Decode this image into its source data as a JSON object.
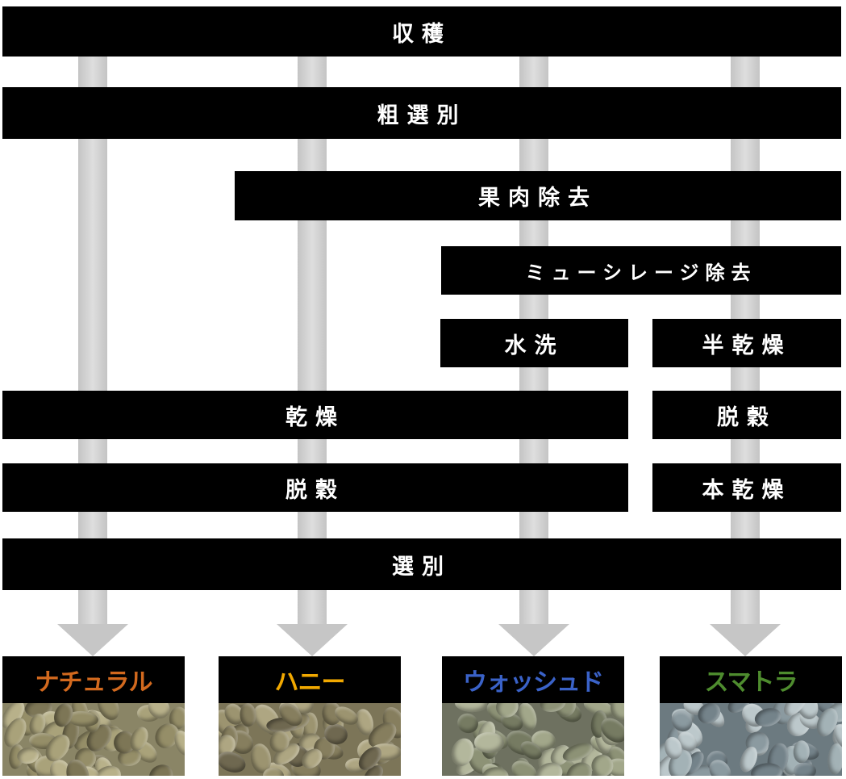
{
  "steps": {
    "harvest": "収穫",
    "rough_sort": "粗選別",
    "pulp_removal": "果肉除去",
    "mucilage_removal": "ミューシレージ除去",
    "washing": "水洗",
    "semi_drying": "半乾燥",
    "drying": "乾燥",
    "hulling_right": "脱穀",
    "hulling_main": "脱穀",
    "final_drying": "本乾燥",
    "final_sort": "選別"
  },
  "processes": [
    {
      "name": "ナチュラル",
      "color": "#d2691e"
    },
    {
      "name": "ハニー",
      "color": "#f2a900"
    },
    {
      "name": "ウォッシュド",
      "color": "#3a62c8"
    },
    {
      "name": "スマトラ",
      "color": "#4e8c2e"
    }
  ]
}
